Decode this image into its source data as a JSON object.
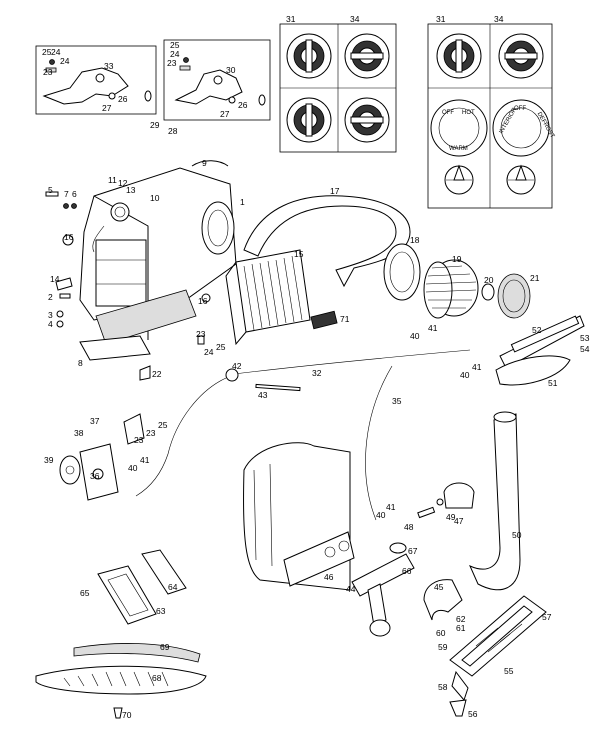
{
  "callouts": [
    {
      "id": "c1",
      "text": "1"
    },
    {
      "id": "c2",
      "text": "2"
    },
    {
      "id": "c3",
      "text": "3"
    },
    {
      "id": "c4",
      "text": "4"
    },
    {
      "id": "c5",
      "text": "5"
    },
    {
      "id": "c6",
      "text": "6"
    },
    {
      "id": "c7",
      "text": "7"
    },
    {
      "id": "c8",
      "text": "8"
    },
    {
      "id": "c9",
      "text": "9"
    },
    {
      "id": "c10",
      "text": "10"
    },
    {
      "id": "c11",
      "text": "11"
    },
    {
      "id": "c12",
      "text": "12"
    },
    {
      "id": "c13",
      "text": "13"
    },
    {
      "id": "c14",
      "text": "14"
    },
    {
      "id": "c15",
      "text": "15"
    },
    {
      "id": "c16a",
      "text": "16"
    },
    {
      "id": "c16b",
      "text": "16"
    },
    {
      "id": "c17",
      "text": "17"
    },
    {
      "id": "c18",
      "text": "18"
    },
    {
      "id": "c19",
      "text": "19"
    },
    {
      "id": "c20",
      "text": "20"
    },
    {
      "id": "c21",
      "text": "21"
    },
    {
      "id": "c22",
      "text": "22"
    },
    {
      "id": "c23a",
      "text": "23"
    },
    {
      "id": "c23b",
      "text": "23"
    },
    {
      "id": "c23c",
      "text": "23"
    },
    {
      "id": "c23d",
      "text": "23"
    },
    {
      "id": "c23e",
      "text": "23"
    },
    {
      "id": "c24a",
      "text": "24"
    },
    {
      "id": "c24b",
      "text": "24"
    },
    {
      "id": "c24c",
      "text": "24"
    },
    {
      "id": "c24d",
      "text": "24"
    },
    {
      "id": "c25a",
      "text": "25"
    },
    {
      "id": "c25b",
      "text": "25"
    },
    {
      "id": "c25c",
      "text": "25"
    },
    {
      "id": "c25d",
      "text": "25"
    },
    {
      "id": "c26a",
      "text": "26"
    },
    {
      "id": "c26b",
      "text": "26"
    },
    {
      "id": "c27a",
      "text": "27"
    },
    {
      "id": "c27b",
      "text": "27"
    },
    {
      "id": "c28",
      "text": "28"
    },
    {
      "id": "c29",
      "text": "29"
    },
    {
      "id": "c30",
      "text": "30"
    },
    {
      "id": "c31a",
      "text": "31"
    },
    {
      "id": "c31b",
      "text": "31"
    },
    {
      "id": "c32",
      "text": "32"
    },
    {
      "id": "c33",
      "text": "33"
    },
    {
      "id": "c34a",
      "text": "34"
    },
    {
      "id": "c34b",
      "text": "34"
    },
    {
      "id": "c35",
      "text": "35"
    },
    {
      "id": "c36",
      "text": "36"
    },
    {
      "id": "c37",
      "text": "37"
    },
    {
      "id": "c38",
      "text": "38"
    },
    {
      "id": "c39",
      "text": "39"
    },
    {
      "id": "c40a",
      "text": "40"
    },
    {
      "id": "c40b",
      "text": "40"
    },
    {
      "id": "c40c",
      "text": "40"
    },
    {
      "id": "c40d",
      "text": "40"
    },
    {
      "id": "c41a",
      "text": "41"
    },
    {
      "id": "c41b",
      "text": "41"
    },
    {
      "id": "c41c",
      "text": "41"
    },
    {
      "id": "c41d",
      "text": "41"
    },
    {
      "id": "c42",
      "text": "42"
    },
    {
      "id": "c43",
      "text": "43"
    },
    {
      "id": "c44",
      "text": "44"
    },
    {
      "id": "c45",
      "text": "45"
    },
    {
      "id": "c46",
      "text": "46"
    },
    {
      "id": "c47",
      "text": "47"
    },
    {
      "id": "c48",
      "text": "48"
    },
    {
      "id": "c49",
      "text": "49"
    },
    {
      "id": "c50",
      "text": "50"
    },
    {
      "id": "c51",
      "text": "51"
    },
    {
      "id": "c52",
      "text": "52"
    },
    {
      "id": "c53",
      "text": "53"
    },
    {
      "id": "c54",
      "text": "54"
    },
    {
      "id": "c55",
      "text": "55"
    },
    {
      "id": "c56",
      "text": "56"
    },
    {
      "id": "c57",
      "text": "57"
    },
    {
      "id": "c58",
      "text": "58"
    },
    {
      "id": "c59",
      "text": "59"
    },
    {
      "id": "c60",
      "text": "60"
    },
    {
      "id": "c61",
      "text": "61"
    },
    {
      "id": "c62",
      "text": "62"
    },
    {
      "id": "c63",
      "text": "63"
    },
    {
      "id": "c64",
      "text": "64"
    },
    {
      "id": "c65",
      "text": "65"
    },
    {
      "id": "c66",
      "text": "66"
    },
    {
      "id": "c67",
      "text": "67"
    },
    {
      "id": "c68",
      "text": "68"
    },
    {
      "id": "c69",
      "text": "69"
    },
    {
      "id": "c70",
      "text": "70"
    },
    {
      "id": "c71",
      "text": "71"
    }
  ],
  "knob_text": {
    "off_left": "OFF",
    "hot": "HOT",
    "warm": "WARM",
    "off_right": "OFF",
    "interior": "INTERIOR",
    "defrost": "DEFROST"
  }
}
